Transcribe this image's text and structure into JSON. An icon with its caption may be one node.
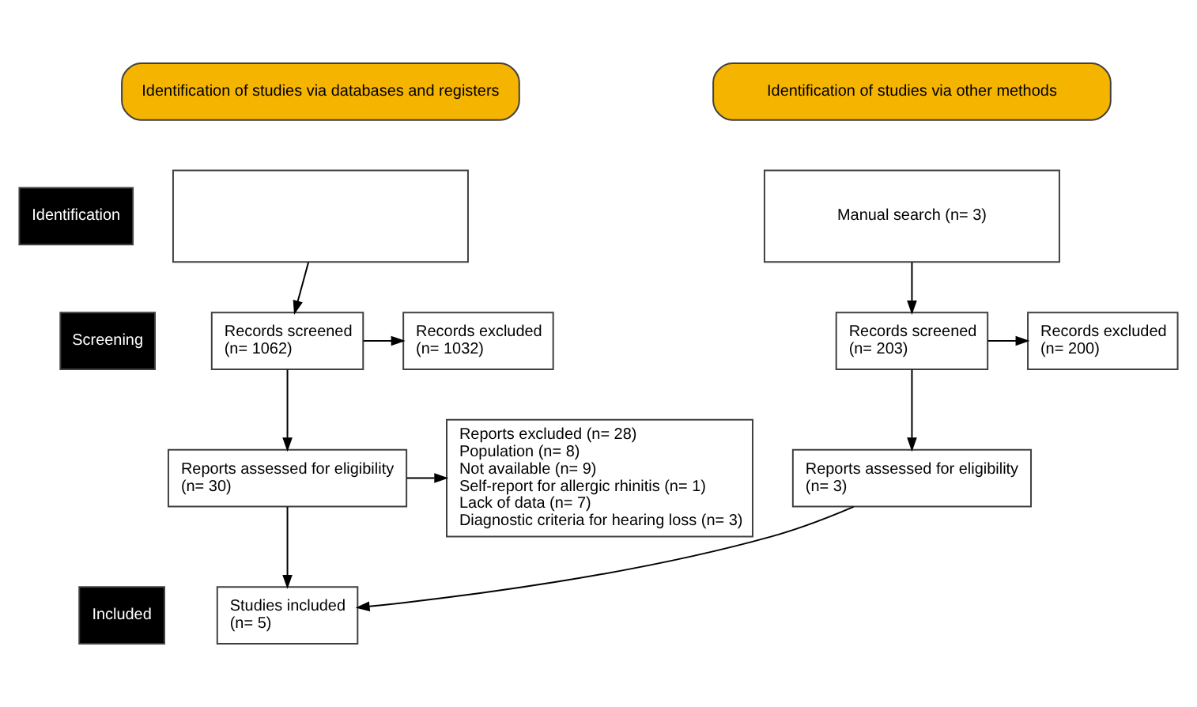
{
  "diagram": {
    "nodes": [
      {
        "text": [
          "Identification of studies via databases and registers"
        ]
      },
      {
        "text": [
          "Identification of studies via other methods"
        ]
      },
      {
        "text": [
          "Identification"
        ]
      },
      {
        "text": [
          "Screening"
        ]
      },
      {
        "text": [
          "Included"
        ]
      },
      {
        "text": [],
        "shape": "box"
      },
      {
        "text": [
          "Manual search (n= 3)"
        ]
      },
      {
        "text": [
          "Records screened",
          "(n= 1062)"
        ]
      },
      {
        "text": [
          "Records excluded",
          "(n= 1032)"
        ]
      },
      {
        "text": [
          "Reports assessed for eligibility",
          "(n= 30)"
        ]
      },
      {
        "text": [
          "Reports excluded (n= 28)",
          "Population (n= 8)",
          "Not available (n= 9)",
          "Self-report for allergic rhinitis (n= 1)",
          "Lack of data (n= 7)",
          "Diagnostic criteria for hearing loss (n= 3)"
        ]
      },
      {
        "text": [
          "Studies included",
          "(n= 5)"
        ]
      },
      {
        "text": [
          "Records screened",
          "(n= 203)"
        ]
      },
      {
        "text": [
          "Records excluded",
          "(n= 200)"
        ]
      },
      {
        "text": [
          "Reports assessed for eligibility",
          "(n= 3)"
        ]
      }
    ],
    "edges": [
      {
        "from": 5,
        "to": 7,
        "arrow": "to"
      },
      {
        "from": 7,
        "to": 8,
        "arrow": "to"
      },
      {
        "from": 7,
        "to": 9,
        "arrow": "to"
      },
      {
        "from": 9,
        "to": 10,
        "arrow": "to"
      },
      {
        "from": 9,
        "to": 11,
        "arrow": "to"
      },
      {
        "from": 6,
        "to": 12,
        "arrow": "to"
      },
      {
        "from": 12,
        "to": 13,
        "arrow": "to"
      },
      {
        "from": 12,
        "to": 14,
        "arrow": "to"
      },
      {
        "from": 14,
        "to": 11,
        "arrow": "to"
      }
    ]
  }
}
